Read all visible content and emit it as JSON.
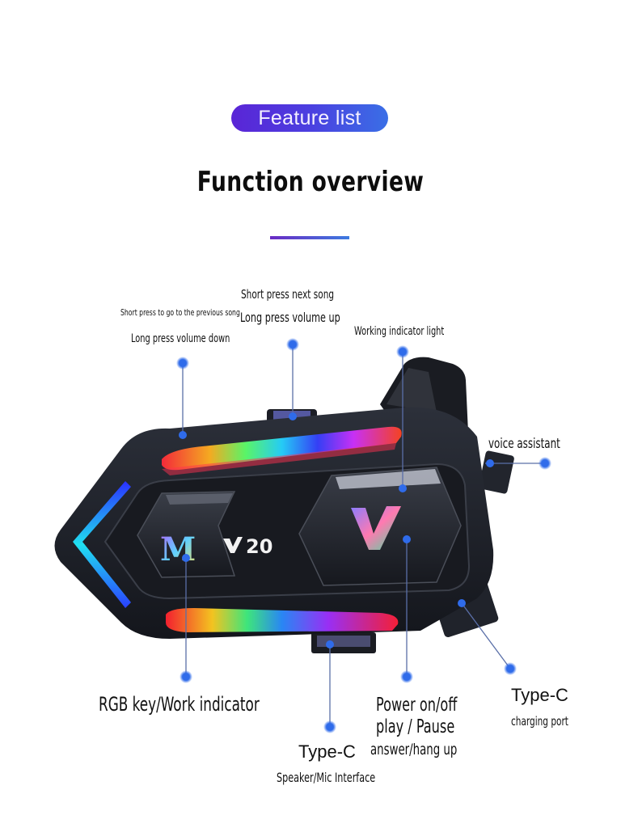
{
  "header": {
    "badge_label": "Feature list",
    "title": "Function overview",
    "accent_gradient": [
      "#6a2bc4",
      "#3d7be0"
    ]
  },
  "product": {
    "model_logo": "V20",
    "left_button_logo": "M",
    "right_button_logo": "V"
  },
  "annotations": {
    "prev_song": "Short press to go to the previous song",
    "volume_down": "Long press volume down",
    "next_song": "Short press next song",
    "volume_up": "Long press volume up",
    "working_light": "Working indicator light",
    "voice_assistant": "voice assistant",
    "rgb_key": "RGB key/Work indicator",
    "power_line1": "Power on/off",
    "power_line2": "play / Pause",
    "power_line3": "answer/hang up",
    "typec_speaker_title": "Type-C",
    "typec_speaker_sub": "Speaker/Mic Interface",
    "typec_charge_title": "Type-C",
    "typec_charge_sub": "charging port"
  },
  "colors": {
    "dot": "#2f6bea",
    "line": "#5a6fa8",
    "device_body": "#1c1f27"
  }
}
